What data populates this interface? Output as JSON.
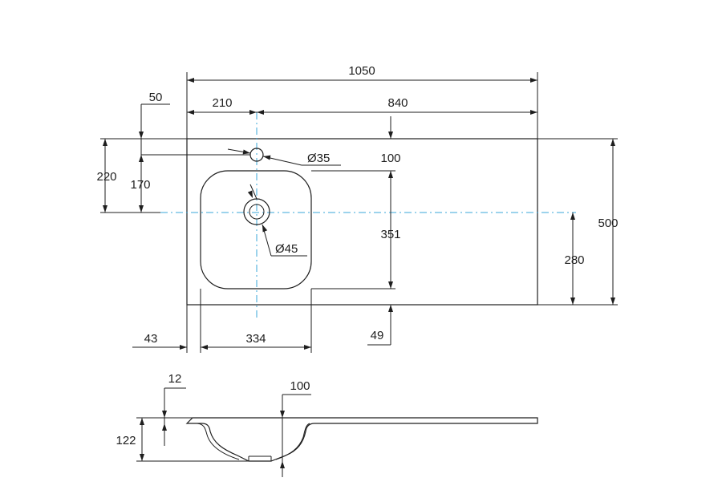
{
  "colors": {
    "line": "#1e1e1e",
    "centerline": "#3aa7d8",
    "background": "#ffffff"
  },
  "plan_view": {
    "overall_width": "1050",
    "hole_offset": "210",
    "right_width": "840",
    "left_margin_small": "50",
    "tap_hole_diameter": "Ø35",
    "top_offset": "100",
    "depth_to_drain": "220",
    "depth_to_tap_line": "170",
    "overall_depth": "500",
    "bowl_length": "351",
    "drain_diameter": "Ø45",
    "drain_to_front": "280",
    "left_edge_offset": "43",
    "bowl_width": "334",
    "front_margin": "49"
  },
  "section_view": {
    "top_thickness": "12",
    "bowl_depth": "122",
    "drain_offset": "100"
  }
}
